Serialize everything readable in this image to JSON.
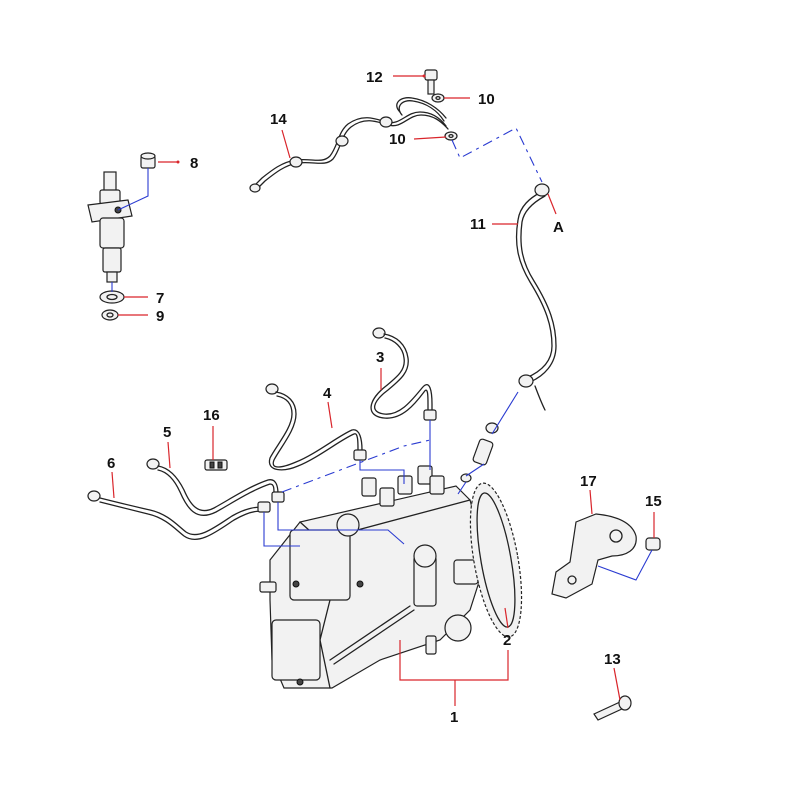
{
  "callouts": {
    "c1": "1",
    "c2": "2",
    "c3": "3",
    "c4": "4",
    "c5": "5",
    "c6": "6",
    "c7": "7",
    "c8": "8",
    "c9": "9",
    "c10a": "10",
    "c10b": "10",
    "c11": "11",
    "c12": "12",
    "c13": "13",
    "c14": "14",
    "c15": "15",
    "c16": "16",
    "c17": "17",
    "cA": "A"
  },
  "colors": {
    "leader_red": "#d9252b",
    "leader_blue": "#2a3bd1"
  }
}
